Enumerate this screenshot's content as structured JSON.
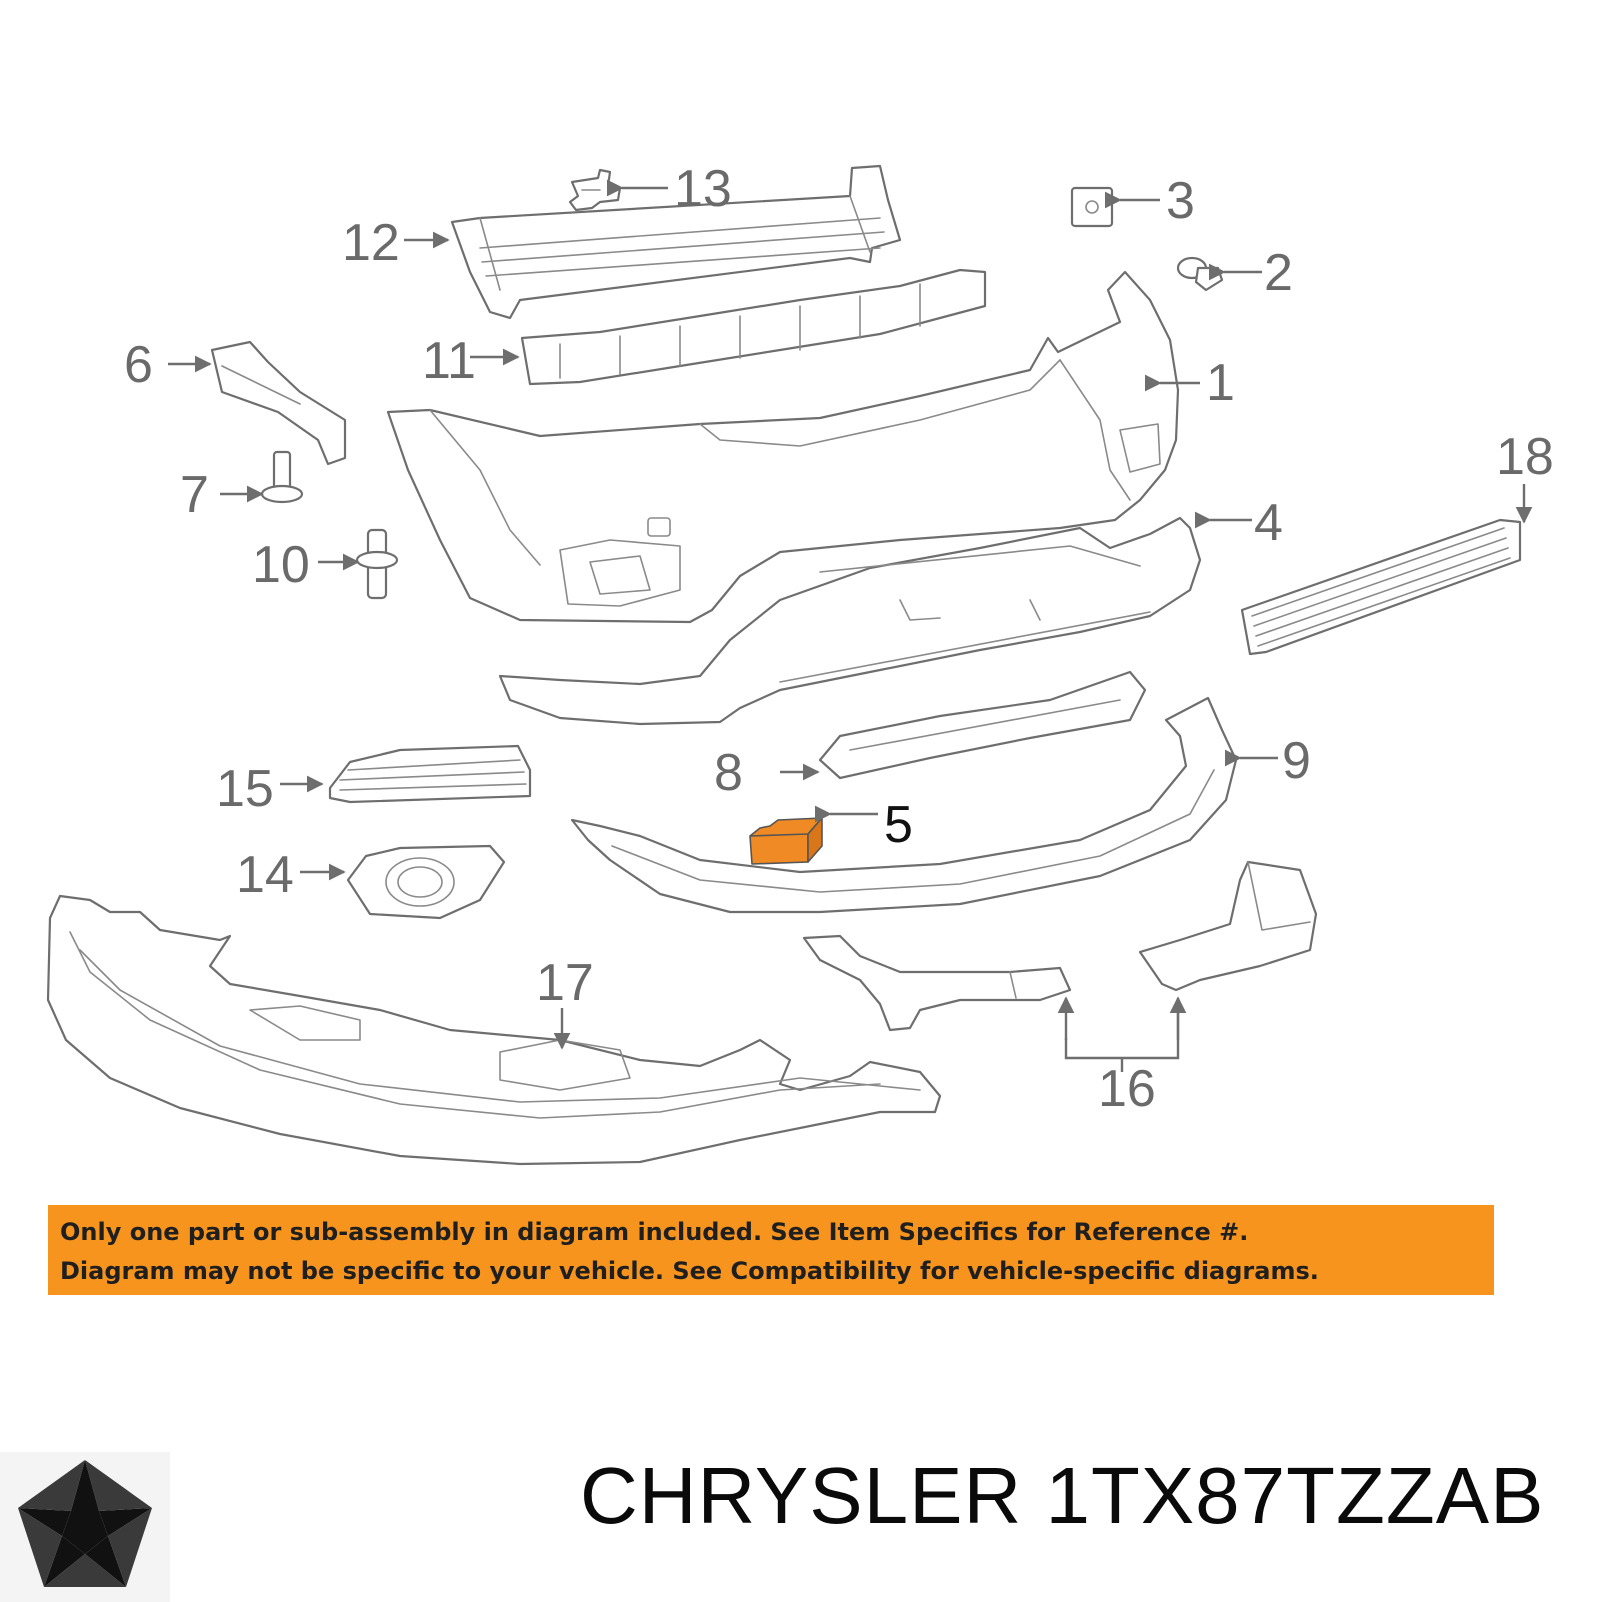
{
  "callouts": [
    "1",
    "2",
    "3",
    "4",
    "5",
    "6",
    "7",
    "8",
    "9",
    "10",
    "11",
    "12",
    "13",
    "14",
    "15",
    "16",
    "17",
    "18"
  ],
  "highlighted_part": "5",
  "colors": {
    "line": "#6e6e6e",
    "highlight": "#f08a24",
    "notice_bg": "#f7941d",
    "text": "#111111"
  },
  "notice": {
    "line1": "Only one part or sub-assembly in diagram included. See Item Specifics for Reference #.",
    "line2": "Diagram may not be specific to your vehicle. See Compatibility for vehicle-specific diagrams."
  },
  "footer": {
    "brand": "CHRYSLER",
    "part_number": "1TX87TZZAB"
  },
  "brand_logo_icon": "pentastar-icon"
}
